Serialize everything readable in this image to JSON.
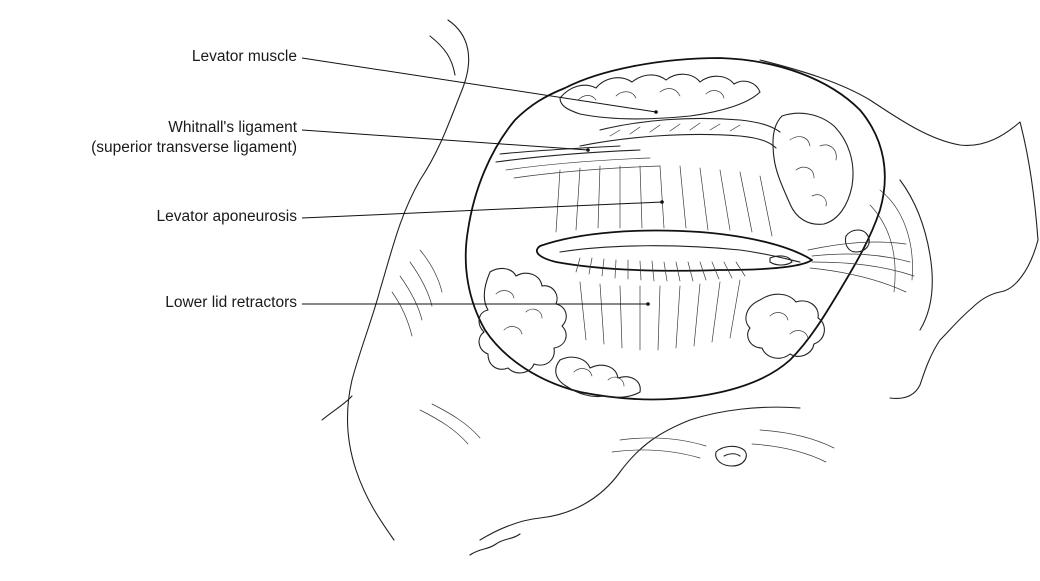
{
  "labels": {
    "levator_muscle": "Levator muscle",
    "whitnall_line1": "Whitnall's ligament",
    "whitnall_line2": "(superior transverse ligament)",
    "levator_aponeurosis": "Levator aponeurosis",
    "lower_lid_retractors": "Lower lid retractors"
  },
  "colors": {
    "ink": "#222222",
    "background": "#ffffff"
  }
}
